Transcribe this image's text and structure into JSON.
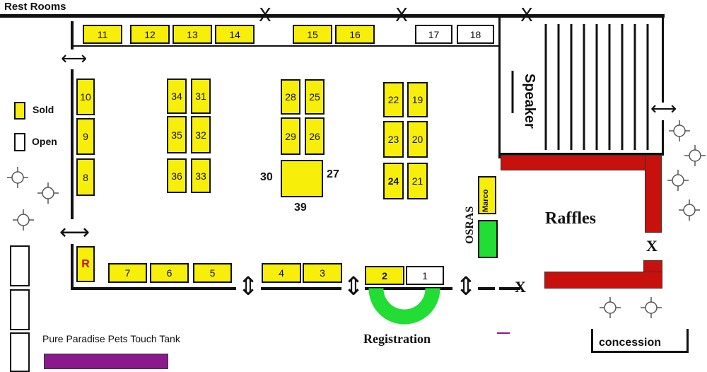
{
  "labels": {
    "rest_rooms": "Rest Rooms",
    "legend_sold": "Sold",
    "legend_open": "Open",
    "speaker": "Speaker",
    "raffles": "Raffles",
    "osras": "OSRAS",
    "marco": "Marco",
    "registration": "Registration",
    "concession": "concession",
    "touch_tank": "Pure Paradise Pets Touch Tank",
    "booth_30": "30",
    "booth_27": "27",
    "booth_39": "39",
    "exit_mark": "X"
  },
  "booths": {
    "b1": "1",
    "b2": "2",
    "b3": "3",
    "b4": "4",
    "b5": "5",
    "b6": "6",
    "b7": "7",
    "b8": "8",
    "b9": "9",
    "b10": "10",
    "b11": "11",
    "b12": "12",
    "b13": "13",
    "b14": "14",
    "b15": "15",
    "b16": "16",
    "b17": "17",
    "b18": "18",
    "b19": "19",
    "b20": "20",
    "b21": "21",
    "b22": "22",
    "b23": "23",
    "b24": "24",
    "b25": "25",
    "b26": "26",
    "b28": "28",
    "b29": "29",
    "b31": "31",
    "b32": "32",
    "b33": "33",
    "b34": "34",
    "b35": "35",
    "b36": "36",
    "bR": "R"
  },
  "colors": {
    "sold": "#f7ef0a",
    "open": "#ffffff",
    "raffles_wall": "#c8100c",
    "osras_booth": "#22dd33",
    "registration_arc": "#22dd33",
    "touch_tank": "#8a1a8c"
  }
}
